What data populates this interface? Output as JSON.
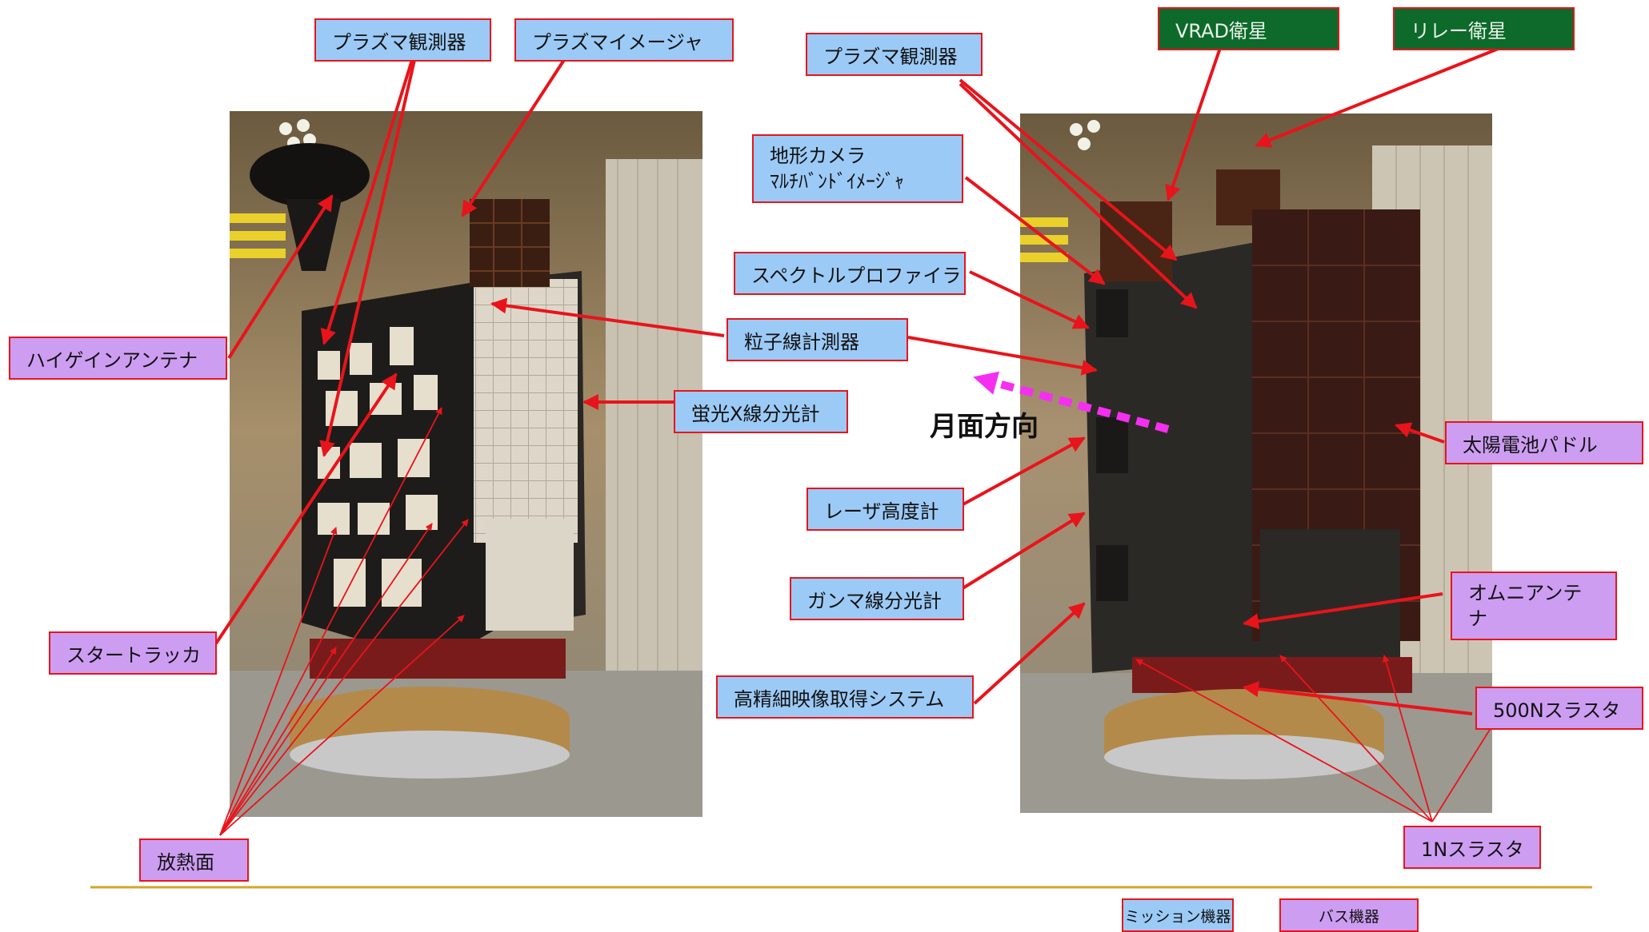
{
  "labels": {
    "plasma_observer_left": "プラズマ観測器",
    "plasma_imager": "プラズマイメージャ",
    "plasma_observer_right": "プラズマ観測器",
    "vrad": "VRAD衛星",
    "relay": "リレー衛星",
    "terrain_camera_line1": "地形カメラ",
    "terrain_camera_line2": "ﾏﾙﾁﾊﾞﾝﾄﾞｲﾒｰｼﾞｬ",
    "spectral_profiler": "スペクトルプロファイラ",
    "particle": "粒子線計測器",
    "xray": "蛍光X線分光計",
    "high_gain": "ハイゲインアンテナ",
    "solar_paddle": "太陽電池パドル",
    "laser_altimeter": "レーザ高度計",
    "gamma": "ガンマ線分光計",
    "star_tracker": "スタートラッカ",
    "omni_line1": "オムニアンテ",
    "omni_line2": "ナ",
    "hdtv": "高精細映像取得システム",
    "thruster_500n": "500Nスラスタ",
    "thruster_1n": "1Nスラスタ",
    "radiator": "放熱面"
  },
  "lunar_direction": "月面方向",
  "legend": {
    "mission": "ミッション機器",
    "bus": "バス機器"
  },
  "colors": {
    "mission": "#9ccaf6",
    "bus": "#cd9df2",
    "orbiter": "#0d6a2a",
    "arrow": "#e8141b",
    "direction": "#f52ff0",
    "rule": "#d4a62a"
  }
}
